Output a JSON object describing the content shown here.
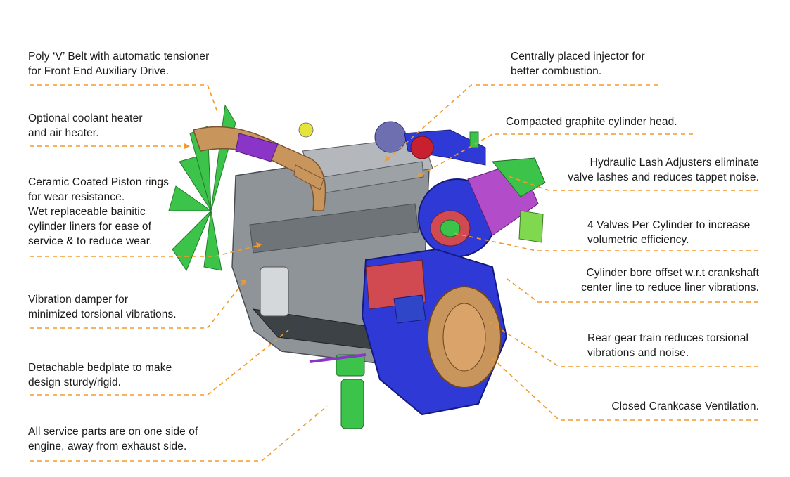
{
  "callouts": {
    "poly_v_belt": [
      "Poly ‘V’ Belt with automatic tensioner",
      "for Front End Auxiliary Drive."
    ],
    "coolant_heater": [
      "Optional coolant heater",
      "and air heater."
    ],
    "piston_rings": [
      "Ceramic Coated Piston rings",
      "for wear resistance.",
      "Wet replaceable bainitic",
      "cylinder liners for ease of",
      "service & to reduce wear."
    ],
    "vibration_damper": [
      "Vibration damper for",
      "minimized torsional vibrations."
    ],
    "bedplate": [
      "Detachable bedplate to make",
      "design sturdy/rigid."
    ],
    "service_parts": [
      "All service parts are on one side of",
      "engine, away from exhaust side."
    ],
    "injector": [
      "Centrally placed injector for",
      "better combustion."
    ],
    "cylinder_head": [
      "Compacted graphite cylinder head."
    ],
    "lash_adjusters": [
      "Hydraulic Lash Adjusters eliminate",
      "valve lashes and reduces tappet noise."
    ],
    "valves": [
      "4 Valves Per Cylinder to increase",
      "volumetric efficiency."
    ],
    "bore_offset": [
      "Cylinder bore offset w.r.t crankshaft",
      "center line to reduce liner vibrations."
    ],
    "gear_train": [
      "Rear gear train reduces torsional",
      "vibrations and noise."
    ],
    "crankcase": [
      "Closed Crankcase Ventilation."
    ]
  },
  "colors": {
    "leader": "#f39a2c",
    "engine_grey": "#8f9499",
    "manifold_copper": "#c8955c",
    "accent_purple": "#8a35c8",
    "flywheel_blue": "#2f3ad6",
    "fan_green": "#3cc34a",
    "gear_red": "#d14a52"
  }
}
